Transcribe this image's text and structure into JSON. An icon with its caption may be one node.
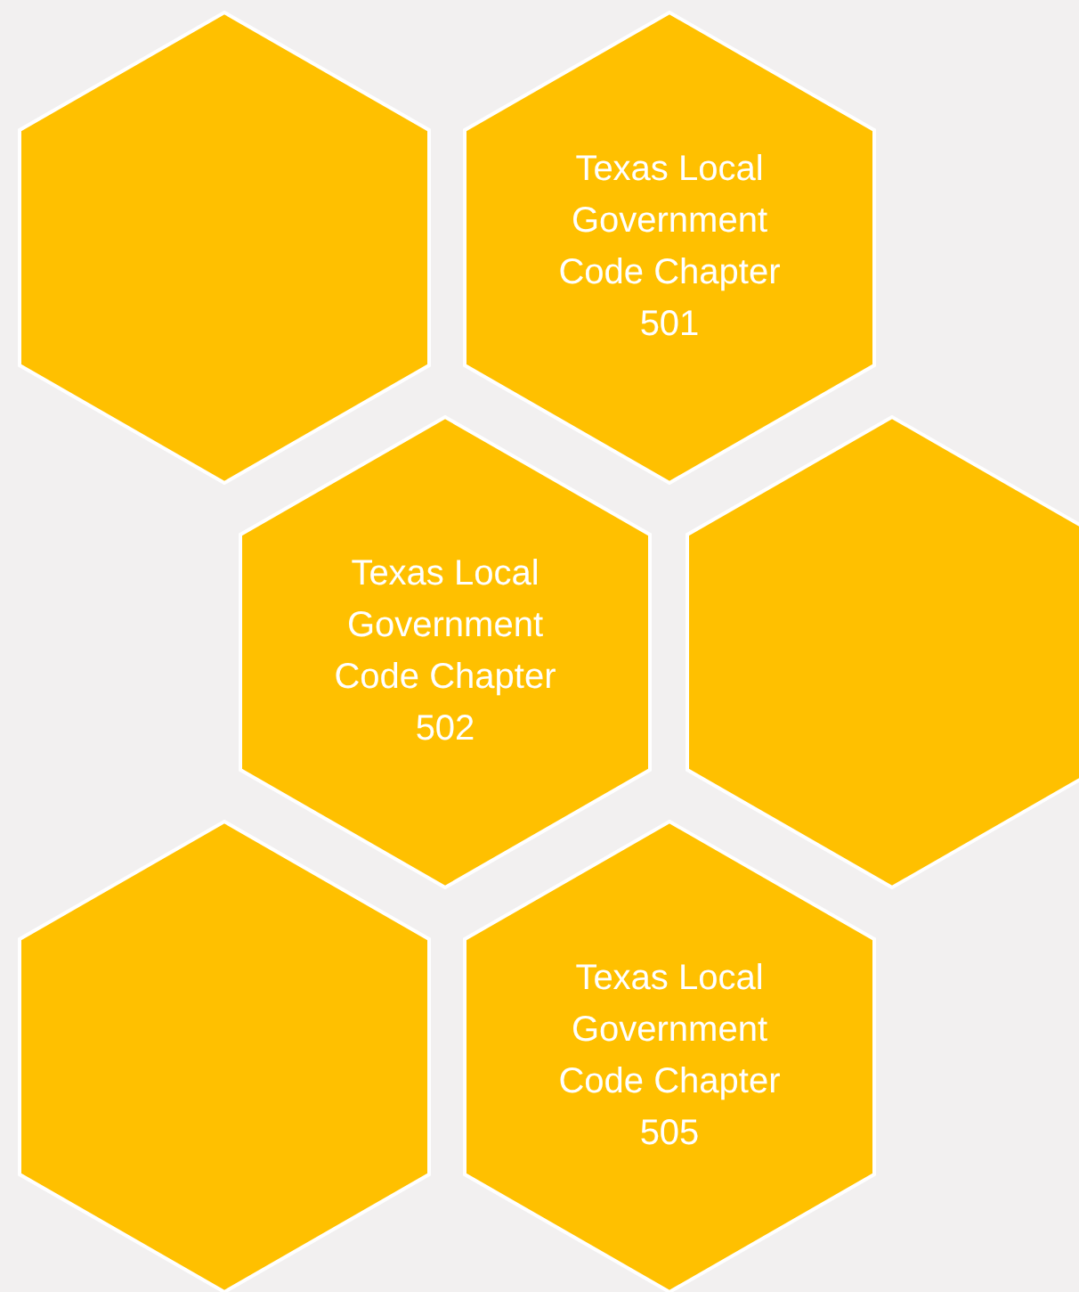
{
  "diagram": {
    "nodes": [
      {
        "text": [],
        "shape": "hexagon"
      },
      {
        "text": [
          "Texas Local Government Code Chapter 501"
        ]
      },
      {
        "text": [
          "Texas Local Government Code Chapter 502"
        ]
      },
      {
        "text": [],
        "shape": "hexagon"
      },
      {
        "text": [],
        "shape": "hexagon"
      },
      {
        "text": [
          "Texas Local Government Code Chapter 505"
        ]
      }
    ]
  }
}
